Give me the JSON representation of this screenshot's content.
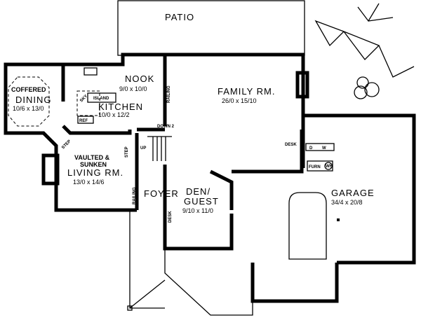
{
  "rooms": {
    "patio": {
      "name": "PATIO"
    },
    "nook": {
      "name": "NOOK",
      "size": "9/0 x 10/0"
    },
    "dining": {
      "name_line1": "COFFERED",
      "name_line2": "DINING",
      "size": "10/6 x 13/0"
    },
    "kitchen": {
      "name": "KITCHEN",
      "size": "10/0 x 12/2"
    },
    "living": {
      "name_line1": "VAULTED &",
      "name_line2": "SUNKEN",
      "name_line3": "LIVING RM.",
      "size": "13/0 x 14/6"
    },
    "family": {
      "name": "FAMILY RM.",
      "size": "26/0 x 15/10"
    },
    "den": {
      "name_line1": "DEN/",
      "name_line2": "GUEST",
      "size": "9/10 x 11/0"
    },
    "garage": {
      "name": "GARAGE",
      "size": "34/4 x 20/8"
    },
    "foyer": {
      "name": "FOYER"
    }
  },
  "fixtures": {
    "sky": "SKY",
    "island": "ISLAND",
    "ref": "REF",
    "railing": "RAILING",
    "step": "STEP",
    "up": "UP",
    "down": "DOWN 2",
    "desk": "DESK",
    "dryer": "D",
    "washer": "W",
    "furnace": "FURN",
    "water_heater": "WH"
  }
}
